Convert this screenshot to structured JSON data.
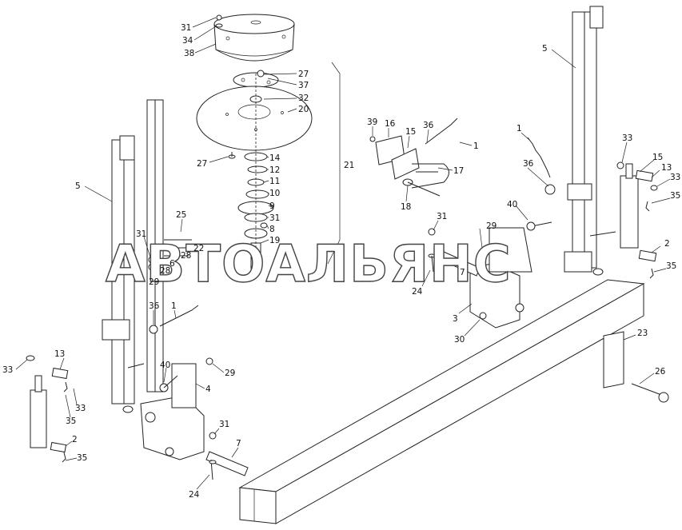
{
  "watermark": "АВТОАЛЬЯНС",
  "callouts": [
    {
      "id": "c31a",
      "text": "31"
    },
    {
      "id": "c34",
      "text": "34"
    },
    {
      "id": "c38",
      "text": "38"
    },
    {
      "id": "c27a",
      "text": "27"
    },
    {
      "id": "c37",
      "text": "37"
    },
    {
      "id": "c32",
      "text": "32"
    },
    {
      "id": "c20",
      "text": "20"
    },
    {
      "id": "c27b",
      "text": "27"
    },
    {
      "id": "c14",
      "text": "14"
    },
    {
      "id": "c12",
      "text": "12"
    },
    {
      "id": "c11",
      "text": "11"
    },
    {
      "id": "c10",
      "text": "10"
    },
    {
      "id": "c9",
      "text": "9"
    },
    {
      "id": "c31b",
      "text": "31"
    },
    {
      "id": "c8",
      "text": "8"
    },
    {
      "id": "c19",
      "text": "19"
    },
    {
      "id": "c21",
      "text": "21"
    },
    {
      "id": "c39",
      "text": "39"
    },
    {
      "id": "c16",
      "text": "16"
    },
    {
      "id": "c15a",
      "text": "15"
    },
    {
      "id": "c36a",
      "text": "36"
    },
    {
      "id": "c1a",
      "text": "1"
    },
    {
      "id": "c17",
      "text": "17"
    },
    {
      "id": "c18",
      "text": "18"
    },
    {
      "id": "c5a",
      "text": "5"
    },
    {
      "id": "c1b",
      "text": "1"
    },
    {
      "id": "c33a",
      "text": "33"
    },
    {
      "id": "c15b",
      "text": "15"
    },
    {
      "id": "c13a",
      "text": "13"
    },
    {
      "id": "c33b",
      "text": "33"
    },
    {
      "id": "c36b",
      "text": "36"
    },
    {
      "id": "c35a",
      "text": "35"
    },
    {
      "id": "c40a",
      "text": "40"
    },
    {
      "id": "c31c",
      "text": "31"
    },
    {
      "id": "c29a",
      "text": "29"
    },
    {
      "id": "c2a",
      "text": "2"
    },
    {
      "id": "c35b",
      "text": "35"
    },
    {
      "id": "c24a",
      "text": "24"
    },
    {
      "id": "c7a",
      "text": "7"
    },
    {
      "id": "c3",
      "text": "3"
    },
    {
      "id": "c30",
      "text": "30"
    },
    {
      "id": "c23",
      "text": "23"
    },
    {
      "id": "c26",
      "text": "26"
    },
    {
      "id": "c5b",
      "text": "5"
    },
    {
      "id": "c25",
      "text": "25"
    },
    {
      "id": "c31d",
      "text": "31"
    },
    {
      "id": "c22",
      "text": "22"
    },
    {
      "id": "c28a",
      "text": "28"
    },
    {
      "id": "c29b",
      "text": "29"
    },
    {
      "id": "c6",
      "text": "6"
    },
    {
      "id": "c28b",
      "text": "28"
    },
    {
      "id": "c36c",
      "text": "36"
    },
    {
      "id": "c1c",
      "text": "1"
    },
    {
      "id": "c13b",
      "text": "13"
    },
    {
      "id": "c33c",
      "text": "33"
    },
    {
      "id": "c33d",
      "text": "33"
    },
    {
      "id": "c35c",
      "text": "35"
    },
    {
      "id": "c2b",
      "text": "2"
    },
    {
      "id": "c35d",
      "text": "35"
    },
    {
      "id": "c40b",
      "text": "40"
    },
    {
      "id": "c29c",
      "text": "29"
    },
    {
      "id": "c4",
      "text": "4"
    },
    {
      "id": "c31e",
      "text": "31"
    },
    {
      "id": "c7b",
      "text": "7"
    },
    {
      "id": "c24b",
      "text": "24"
    }
  ]
}
